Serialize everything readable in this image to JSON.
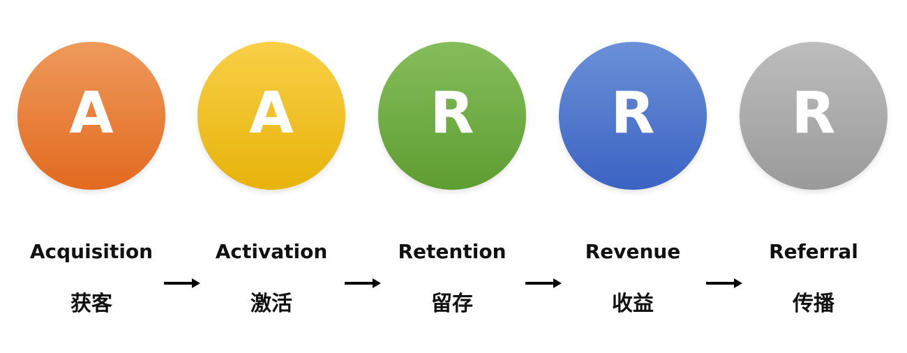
{
  "steps": [
    {
      "letter": "A",
      "en": "Acquisition",
      "zh": "获客",
      "color_top": "#ee9a5c",
      "color_bottom": "#e26a1f"
    },
    {
      "letter": "A",
      "en": "Activation",
      "zh": "激活",
      "color_top": "#f8cf47",
      "color_bottom": "#e7b30a"
    },
    {
      "letter": "R",
      "en": "Retention",
      "zh": "留存",
      "color_top": "#85bd5a",
      "color_bottom": "#5e9d32"
    },
    {
      "letter": "R",
      "en": "Revenue",
      "zh": "收益",
      "color_top": "#6b90d8",
      "color_bottom": "#3b63c2"
    },
    {
      "letter": "R",
      "en": "Referral",
      "zh": "传播",
      "color_top": "#bdbdbd",
      "color_bottom": "#9a9a9a"
    }
  ],
  "arrow_color": "#000000"
}
